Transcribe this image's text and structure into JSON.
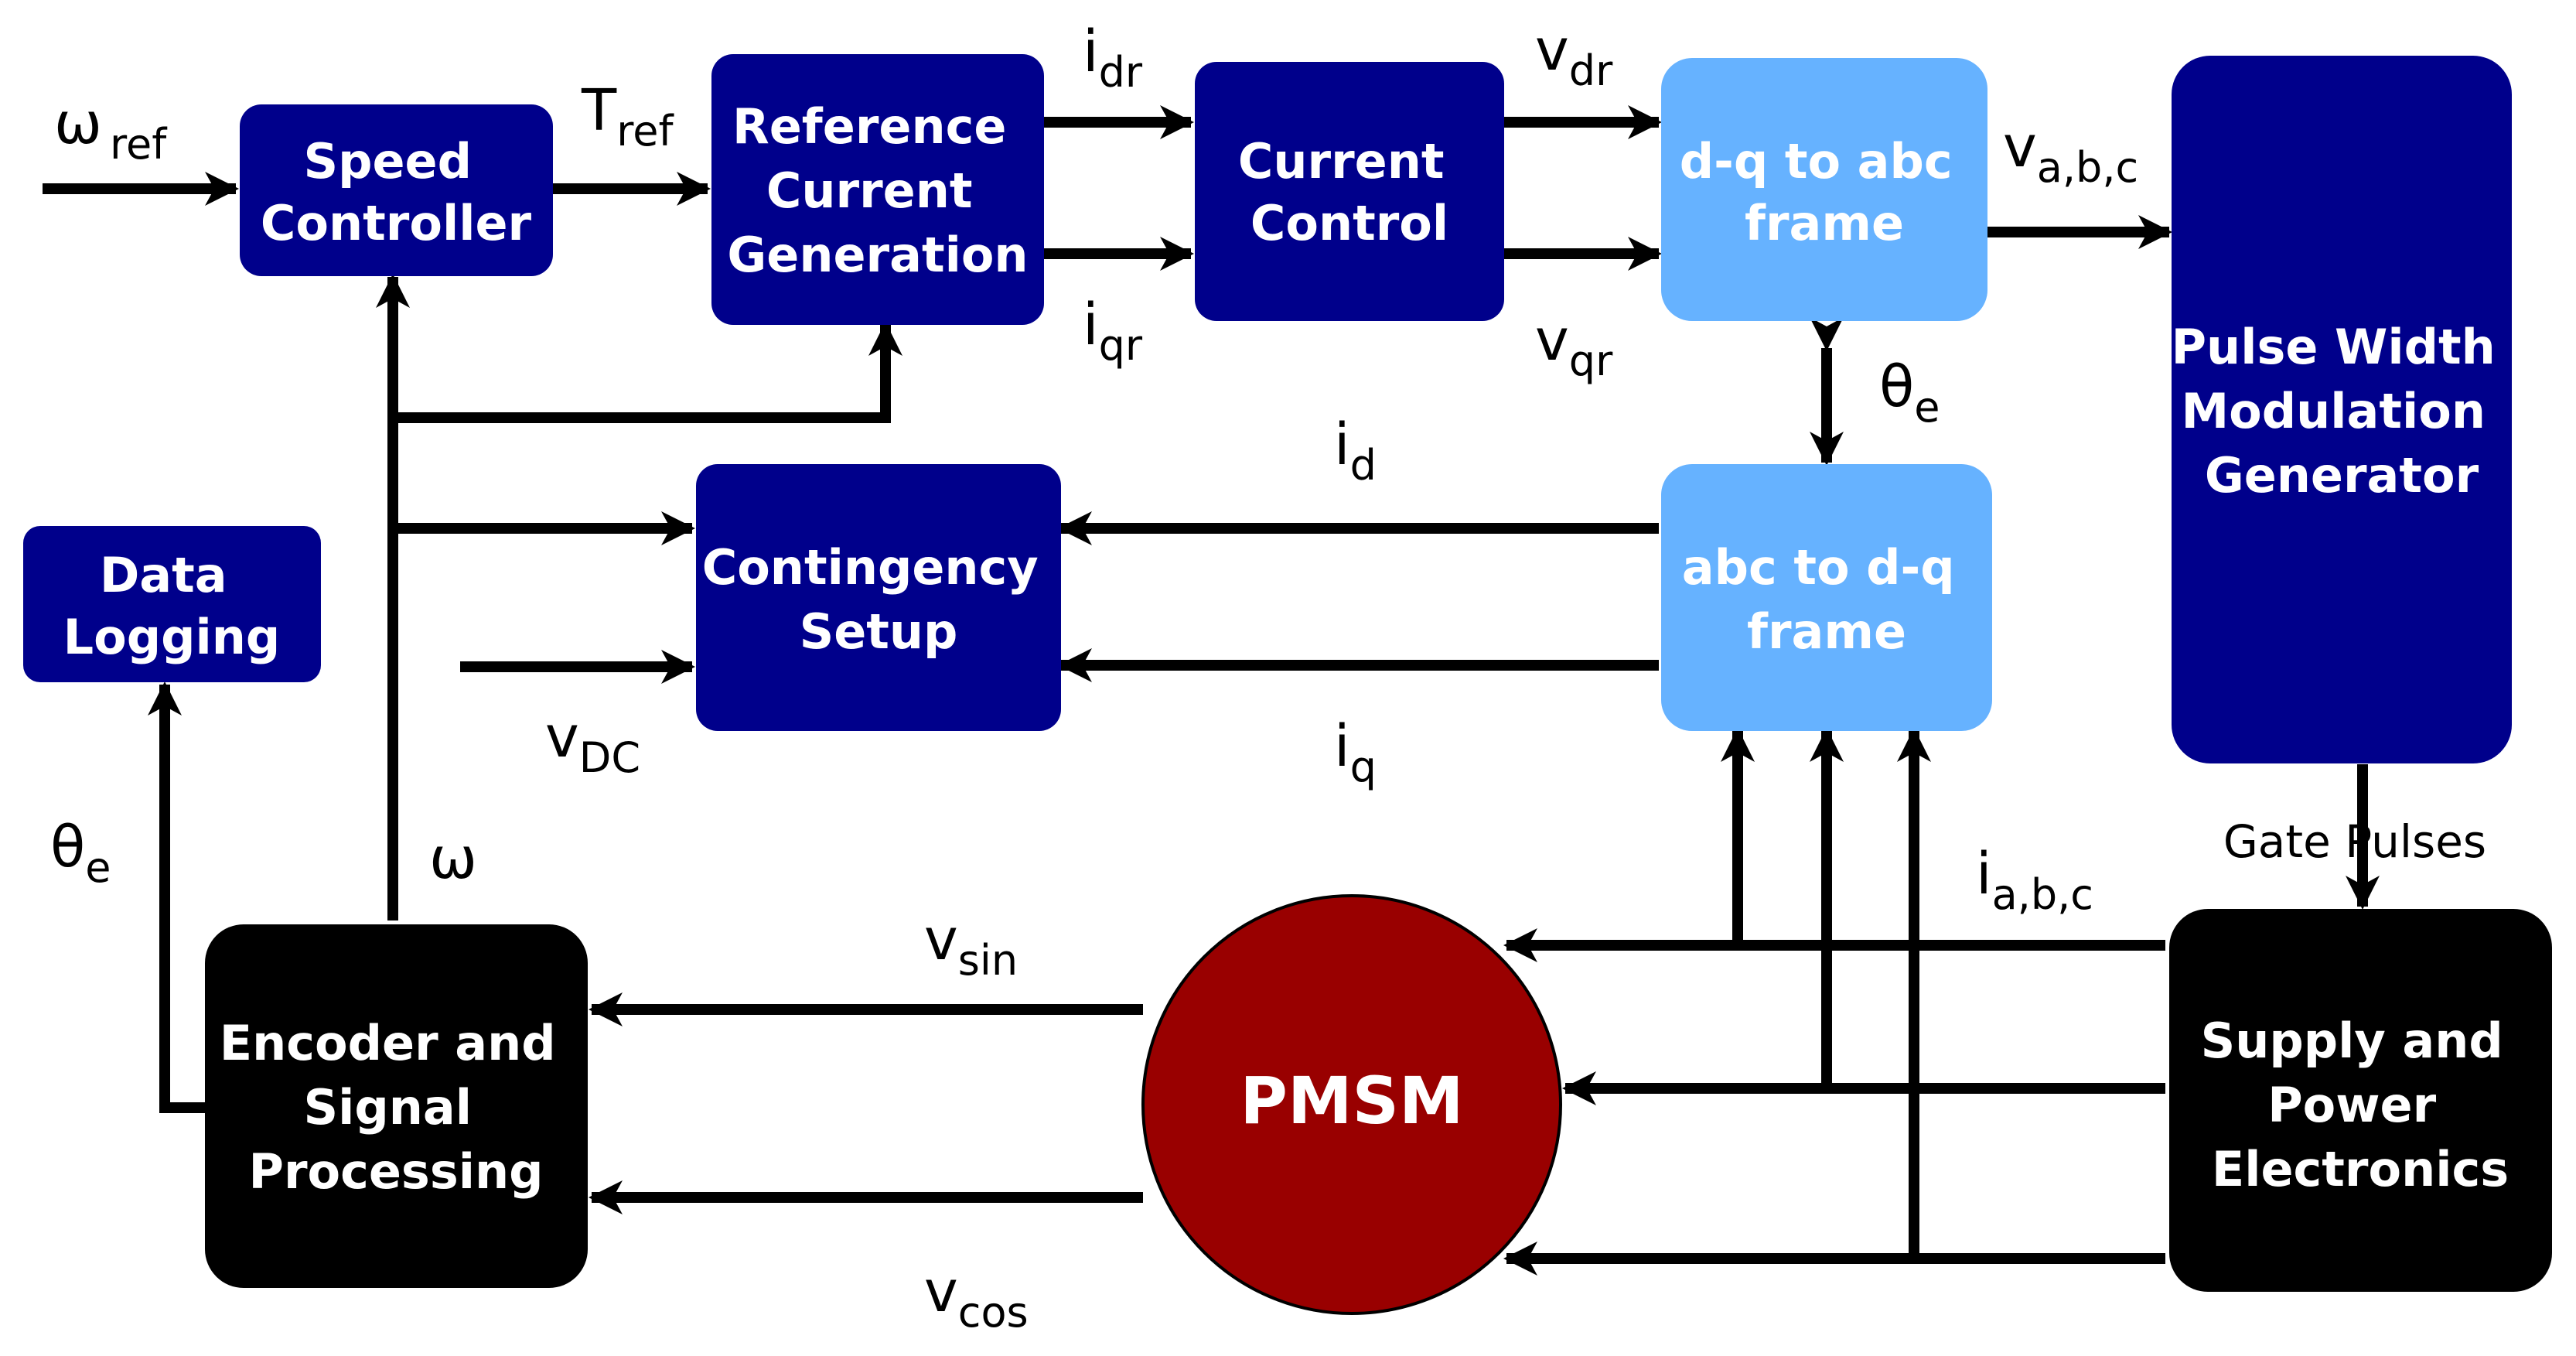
{
  "colors": {
    "controller_block": "#00008b",
    "frame_block": "#66b2ff",
    "hardware_block": "#000000",
    "motor": "#990000",
    "wire": "#000000",
    "block_text_light": "#ffffff",
    "block_text_dark": "#000000"
  },
  "blocks": {
    "speed_controller": [
      "Speed",
      "Controller"
    ],
    "reference_current": [
      "Reference",
      "Current",
      "Generation"
    ],
    "current_control": [
      "Current",
      "Control"
    ],
    "dq_to_abc": [
      "d-q to abc",
      "frame"
    ],
    "pwm_generator": [
      "Pulse Width",
      "Modulation",
      "Generator"
    ],
    "contingency_setup": [
      "Contingency",
      "Setup"
    ],
    "abc_to_dq": [
      "abc to d-q",
      "frame"
    ],
    "data_logging": [
      "Data",
      "Logging"
    ],
    "encoder": [
      "Encoder and",
      "Signal",
      "Processing"
    ],
    "pmsm": "PMSM",
    "supply": [
      "Supply and",
      "Power",
      "Electronics"
    ]
  },
  "signals": {
    "omega_ref": {
      "base": "ω",
      "sub": "ref"
    },
    "t_ref": {
      "base": "T",
      "sub": "ref"
    },
    "i_dr": {
      "base": "i",
      "sub": "dr"
    },
    "i_qr": {
      "base": "i",
      "sub": "qr"
    },
    "v_dr": {
      "base": "v",
      "sub": "dr"
    },
    "v_qr": {
      "base": "v",
      "sub": "qr"
    },
    "v_abc": {
      "base": "v",
      "sub": "a,b,c"
    },
    "theta_e_top": {
      "base": "θ",
      "sub": "e"
    },
    "i_d": {
      "base": "i",
      "sub": "d"
    },
    "i_q": {
      "base": "i",
      "sub": "q"
    },
    "v_dc": {
      "base": "v",
      "sub": "DC"
    },
    "theta_e_left": {
      "base": "θ",
      "sub": "e"
    },
    "omega": {
      "base": "ω"
    },
    "v_sin": {
      "base": "v",
      "sub": "sin"
    },
    "v_cos": {
      "base": "v",
      "sub": "cos"
    },
    "i_abc": {
      "base": "i",
      "sub": "a,b,c"
    },
    "gate_pulses": "Gate Pulses"
  }
}
